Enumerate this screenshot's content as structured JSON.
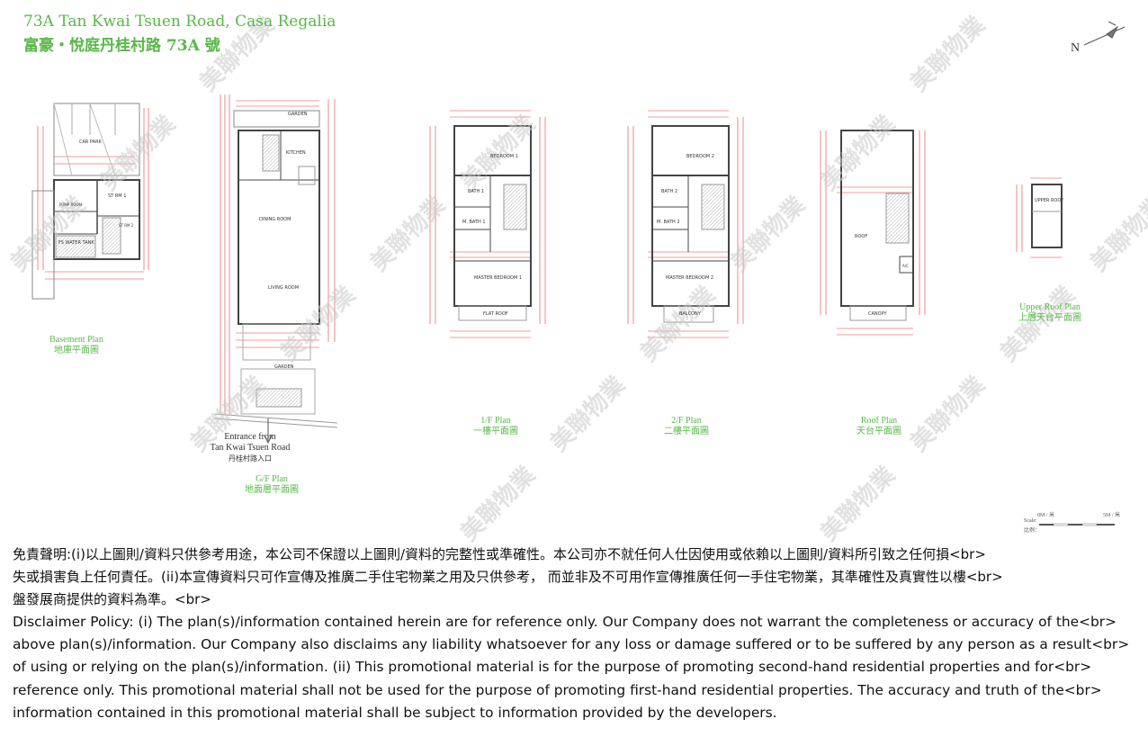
{
  "header": {
    "title_en": "73A Tan Kwai Tsuen Road, Casa Regalia",
    "title_zh": "富豪・悅庭丹桂村路 73A 號"
  },
  "compass": {
    "label": "N"
  },
  "plans": {
    "basement": {
      "en": "Basement Plan",
      "zh": "地庫平面圖"
    },
    "gf": {
      "en": "G/F Plan",
      "zh": "地面層平面圖"
    },
    "f1": {
      "en": "1/F Plan",
      "zh": "一樓平面圖"
    },
    "f2": {
      "en": "2/F Plan",
      "zh": "二樓平面圖"
    },
    "roof": {
      "en": "Roof Plan",
      "zh": "天台平面圖"
    },
    "upper_roof": {
      "en": "Upper Roof Plan",
      "zh": "上層天台平面圖"
    }
  },
  "entrance": {
    "line1": "Entrance from",
    "line2": "Tan Kwai Tsuen Road",
    "line3": "丹桂村路入口"
  },
  "rooms": {
    "car_park": "CAR PARK",
    "st_rm_1": "ST RM 1",
    "st_rm_2": "ST RM 2",
    "pump_room": "PUMP ROOM",
    "fs_water_tank": "FS WATER TANK",
    "garden": "GARDEN",
    "kitchen": "KITCHEN",
    "dining": "DINING ROOM",
    "living": "LIVING ROOM",
    "bedroom1": "BEDROOM 1",
    "bath1": "BATH 1",
    "m_bath1": "M. BATH 1",
    "master1": "MASTER BEDROOM 1",
    "flat_roof": "FLAT ROOF",
    "bedroom2": "BEDROOM 2",
    "bath2": "BATH 2",
    "m_bath2": "M. BATH 2",
    "master2": "MASTER BEDROOM 2",
    "balcony": "BALCONY",
    "roof": "ROOF",
    "canopy": "CANOPY",
    "upper_roof": "UPPER ROOF",
    "ac": "A/C"
  },
  "scale": {
    "start": "0M / 米",
    "end": "5M / 米",
    "label_en": "Scale:",
    "label_zh": "比例："
  },
  "watermark": "美聯物業",
  "disclaimer": {
    "zh_lines": [
      "免責聲明:(i)以上圖則/資料只供參考用途，本公司不保證以上圖則/資料的完整性或準確性。本公司亦不就任何人仕因使用或依賴以上圖則/資料所引致之任何損<br>",
      "失或損害負上任何責任。(ii)本宣傳資料只可作宣傳及推廣二手住宅物業之用及只供參考， 而並非及不可用作宣傳推廣任何一手住宅物業，其準確性及真實性以樓<br>",
      "盤發展商提供的資料為準。<br>"
    ],
    "en_lines": [
      "Disclaimer Policy: (i) The plan(s)/information contained herein are for reference only. Our Company does not warrant the completeness or accuracy of the<br>",
      "above plan(s)/information. Our Company also disclaims any liability whatsoever for any loss or damage suffered or to be suffered by any person as a result<br>",
      "of using or relying on the plan(s)/information. (ii) This promotional material is for the purpose of promoting second-hand residential properties and for<br>",
      "reference only. This promotional material shall not be used for the purpose of promoting first-hand residential properties. The accuracy and truth of the<br>",
      "information contained in this promotional material shall be subject to information provided by the developers."
    ]
  },
  "colors": {
    "title_green": "#58b848",
    "dim_red": "#e23a3a",
    "wall_grey": "#777777"
  }
}
